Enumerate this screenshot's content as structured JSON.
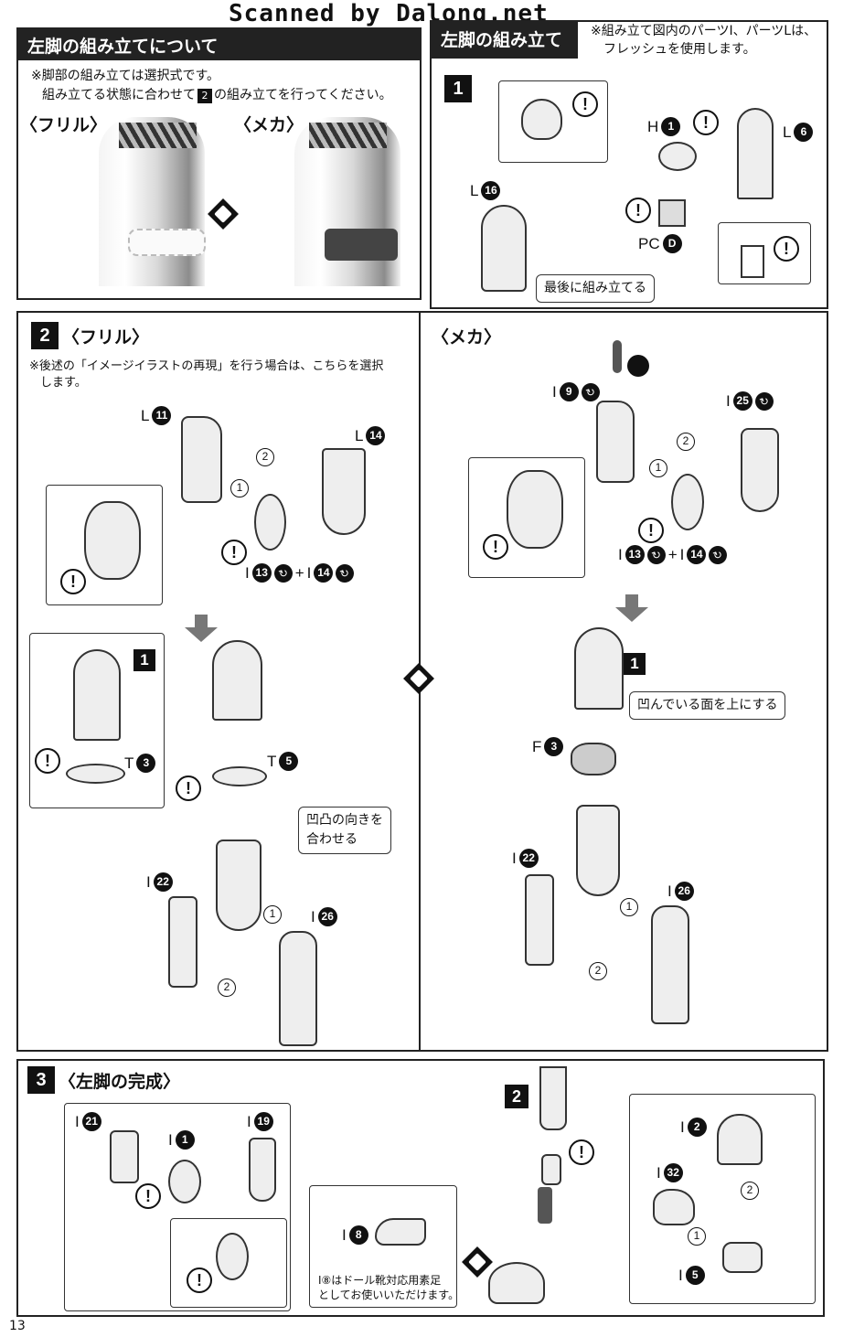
{
  "watermark": "Scanned by Dalong.net",
  "page_number": "13",
  "left_panel": {
    "header": "左脚の組み立てについて",
    "note_line1": "※脚部の組み立ては選択式です。",
    "note_line2_pre": "組み立てる状態に合わせて",
    "note_line2_num": "2",
    "note_line2_post": "の組み立てを行ってください。",
    "option_frill": "〈フリル〉",
    "option_mecha": "〈メカ〉"
  },
  "right_panel": {
    "header": "左脚の組み立て",
    "note_line1": "※組み立て図内のパーツI、パーツLは、",
    "note_line2": "フレッシュを使用します。",
    "step": "1",
    "callout_last": "最後に組み立てる",
    "labels": {
      "h1_letter": "H",
      "h1_num": "1",
      "l6_letter": "L",
      "l6_num": "6",
      "l16_letter": "L",
      "l16_num": "16",
      "pcd_letter": "PC",
      "pcd_num": "D"
    }
  },
  "step2": {
    "step": "2",
    "frill_title": "〈フリル〉",
    "frill_note_line1": "※後述の「イメージイラストの再現」を行う場合は、こちらを選択",
    "frill_note_line2": "します。",
    "mecha_title": "〈メカ〉",
    "frill_labels": {
      "l11_letter": "L",
      "l11_num": "11",
      "l14_letter": "L",
      "l14_num": "14",
      "i13_letter": "I",
      "i13_num": "13",
      "plus": "+",
      "i14_letter": "I",
      "i14_num": "14",
      "t3_letter": "T",
      "t3_num": "3",
      "t5_letter": "T",
      "t5_num": "5",
      "i22_letter": "I",
      "i22_num": "22",
      "i26_letter": "I",
      "i26_num": "26",
      "inset_step": "1"
    },
    "frill_callout_line1": "凹凸の向きを",
    "frill_callout_line2": "合わせる",
    "mecha_labels": {
      "i9_letter": "I",
      "i9_num": "9",
      "i25_letter": "I",
      "i25_num": "25",
      "i13_letter": "I",
      "i13_num": "13",
      "plus": "+",
      "i14_letter": "I",
      "i14_num": "14",
      "f3_letter": "F",
      "f3_num": "3",
      "i22_letter": "I",
      "i22_num": "22",
      "i26_letter": "I",
      "i26_num": "26",
      "inset_step": "1"
    },
    "mecha_callout": "凹んでいる面を上にする",
    "order_1": "1",
    "order_2": "2"
  },
  "step3": {
    "step": "3",
    "title": "〈左脚の完成〉",
    "inset_step": "2",
    "labels": {
      "i21_letter": "I",
      "i21_num": "21",
      "i1_letter": "I",
      "i1_num": "1",
      "i19_letter": "I",
      "i19_num": "19",
      "i8_letter": "I",
      "i8_num": "8",
      "i2_letter": "I",
      "i2_num": "2",
      "i32_letter": "I",
      "i32_num": "32",
      "i5_letter": "I",
      "i5_num": "5"
    },
    "note_line1": "I⑧はドール靴対応用素足",
    "note_line2": "としてお使いいただけます。",
    "order_1": "1",
    "order_2": "2"
  },
  "warn_mark": "!",
  "colors": {
    "ink": "#111111",
    "paper": "#ffffff",
    "plastic": "#eeeeee"
  }
}
